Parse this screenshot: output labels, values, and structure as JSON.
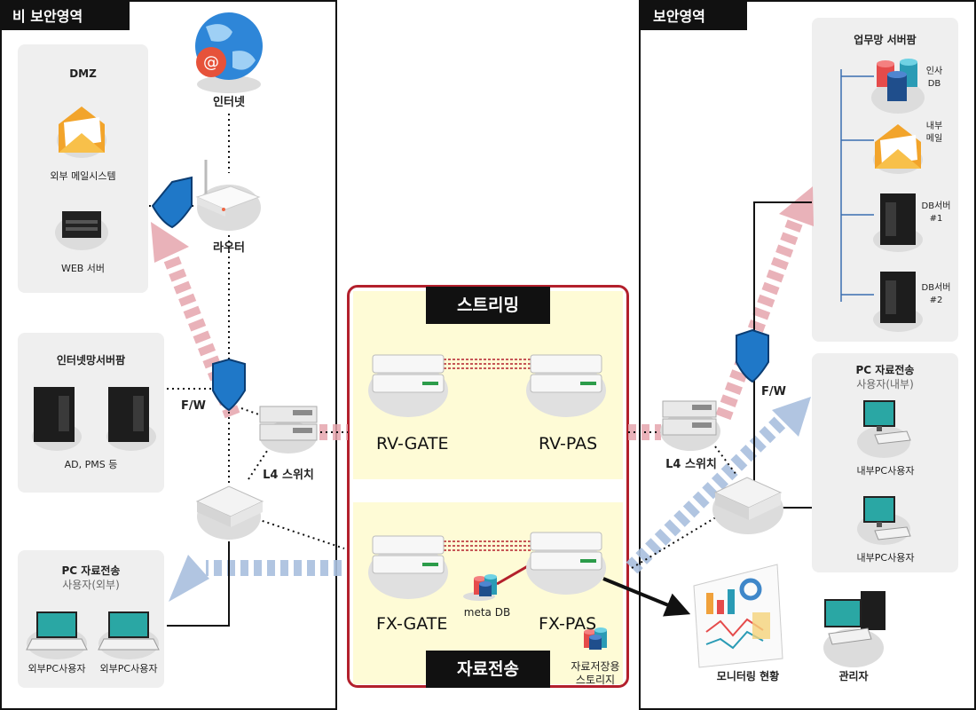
{
  "zones": {
    "left_tag": "비 보안영역",
    "right_tag": "보안영역"
  },
  "left": {
    "dmz": {
      "title": "DMZ",
      "mail": "외부 메일시스템",
      "web": "WEB 서버"
    },
    "internet": "인터넷",
    "router": "라우터",
    "server_farm": {
      "title": "인터넷망서버팜",
      "caption": "AD, PMS 등"
    },
    "fw": "F/W",
    "l4": "L4 스위치",
    "pc_transfer": {
      "title": "PC 자료전송",
      "subtitle": "사용자(외부)",
      "user1": "외부PC사용자",
      "user2": "외부PC사용자"
    }
  },
  "center": {
    "streaming": "스트리밍",
    "rv_gate": "RV-GATE",
    "rv_pas": "RV-PAS",
    "fx_gate": "FX-GATE",
    "fx_pas": "FX-PAS",
    "meta_db": "meta DB",
    "transfer": "자료전송",
    "storage_l1": "자료저장용",
    "storage_l2": "스토리지"
  },
  "right": {
    "work_farm": {
      "title": "업무망 서버팜",
      "hr_db_l1": "인사",
      "hr_db_l2": "DB",
      "mail_l1": "내부",
      "mail_l2": "메일",
      "db1_l1": "DB서버",
      "db1_l2": "#1",
      "db2_l1": "DB서버",
      "db2_l2": "#2"
    },
    "fw": "F/W",
    "l4": "L4 스위치",
    "pc_transfer": {
      "title": "PC 자료전송",
      "subtitle": "사용자(내부)",
      "user1": "내부PC사용자",
      "user2": "내부PC사용자"
    },
    "monitor": "모니터링 현황",
    "admin": "관리자"
  },
  "colors": {
    "accent_red": "#b3202c",
    "arrow_pink": "#e6a5ad",
    "arrow_blue": "#a9bfde",
    "shield_blue": "#1f78c8",
    "yellow": "#fefbd6"
  }
}
